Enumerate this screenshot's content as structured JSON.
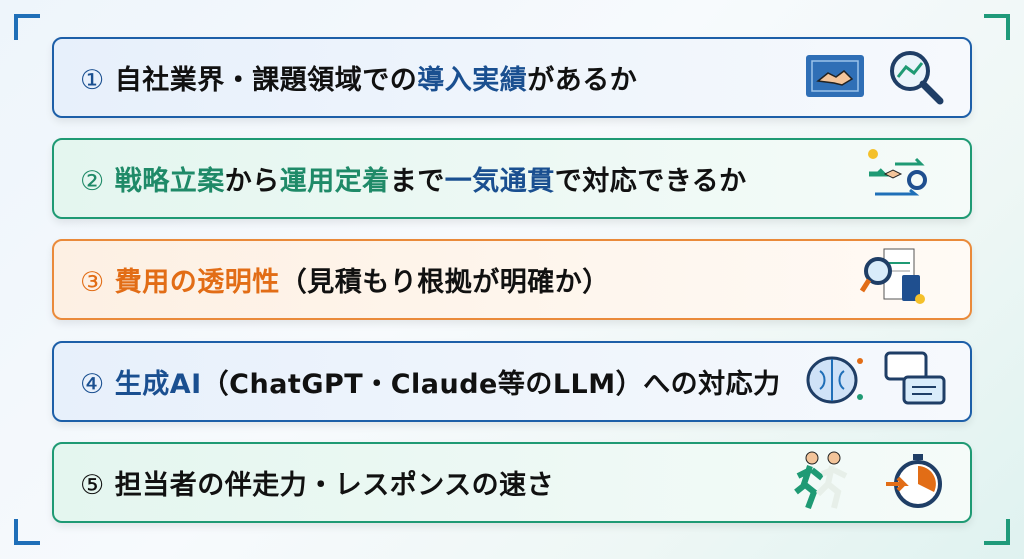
{
  "rows": [
    {
      "number": "①",
      "number_color": "blue",
      "segments": [
        {
          "text": "自社業界・課題領域での",
          "color": "black"
        },
        {
          "text": "導入実績",
          "color": "blue"
        },
        {
          "text": "があるか",
          "color": "black"
        }
      ],
      "icons": [
        "handshake-blueprint-icon",
        "magnifier-chart-icon"
      ]
    },
    {
      "number": "②",
      "number_color": "green",
      "segments": [
        {
          "text": "戦略立案",
          "color": "green"
        },
        {
          "text": "から",
          "color": "black"
        },
        {
          "text": "運用定着",
          "color": "green"
        },
        {
          "text": "まで",
          "color": "black"
        },
        {
          "text": "一気通貫",
          "color": "blue"
        },
        {
          "text": "で対応できるか",
          "color": "black"
        }
      ],
      "icons": [
        "process-flow-icon"
      ]
    },
    {
      "number": "③",
      "number_color": "orange",
      "segments": [
        {
          "text": "費用の透明性",
          "color": "orange"
        },
        {
          "text": "（見積もり根拠が明確か）",
          "color": "black"
        }
      ],
      "icons": [
        "quote-calculator-icon"
      ]
    },
    {
      "number": "④",
      "number_color": "blue",
      "segments": [
        {
          "text": "生成AI",
          "color": "blue"
        },
        {
          "text": "（ChatGPT・Claude等のLLM）への対応力",
          "color": "black"
        }
      ],
      "icons": [
        "ai-brain-icon",
        "chat-bubbles-icon"
      ]
    },
    {
      "number": "⑤",
      "number_color": "black",
      "segments": [
        {
          "text": "担当者の伴走力・レスポンスの速さ",
          "color": "black"
        }
      ],
      "icons": [
        "runners-icon",
        "stopwatch-icon"
      ]
    }
  ],
  "colors": {
    "blue": "#1a4f90",
    "green": "#1f8a68",
    "orange": "#e26d16"
  }
}
